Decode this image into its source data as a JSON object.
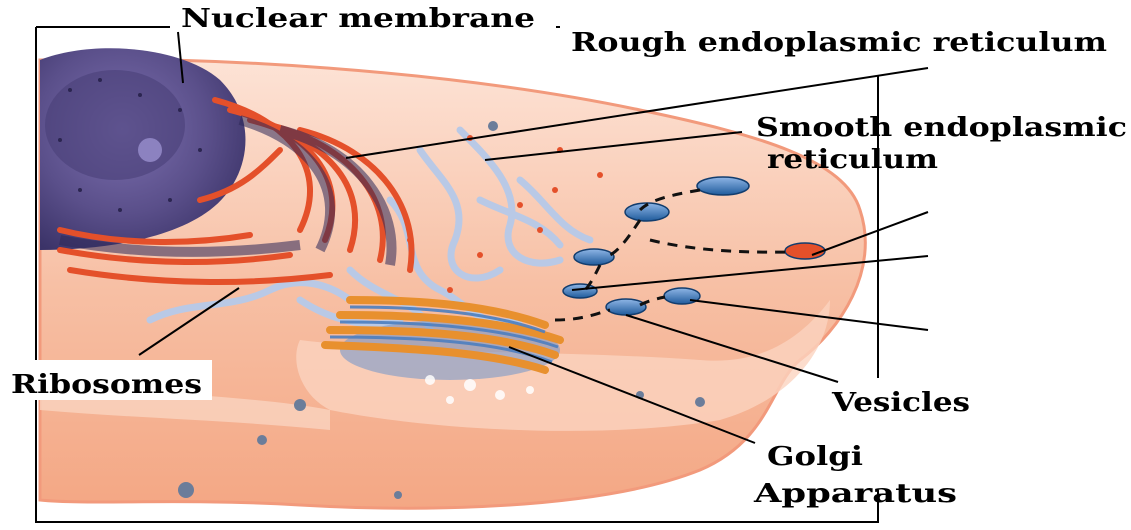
{
  "labels": {
    "nuclear_membrane": "Nuclear membrane",
    "rough_er": "Rough endoplasmic reticulum",
    "smooth_er_line1": "Smooth endoplasmic",
    "smooth_er_line2": "reticulum",
    "ribosomes": "Ribosomes",
    "vesicles": "Vesicles",
    "golgi_line1": "Golgi",
    "golgi_line2": "Apparatus"
  },
  "colors": {
    "cytoplasm": "#f7b79a",
    "cytoplasm_light": "#fbd3bf",
    "nucleus": "#5a4f8a",
    "nucleus_dark": "#3b3368",
    "rough_er": "#e4502a",
    "smooth_er": "#b9c9e6",
    "golgi": "#e8902e",
    "golgi_blue": "#4d7fbf",
    "vesicle": "#2f6fb3",
    "frame": "#000000"
  }
}
